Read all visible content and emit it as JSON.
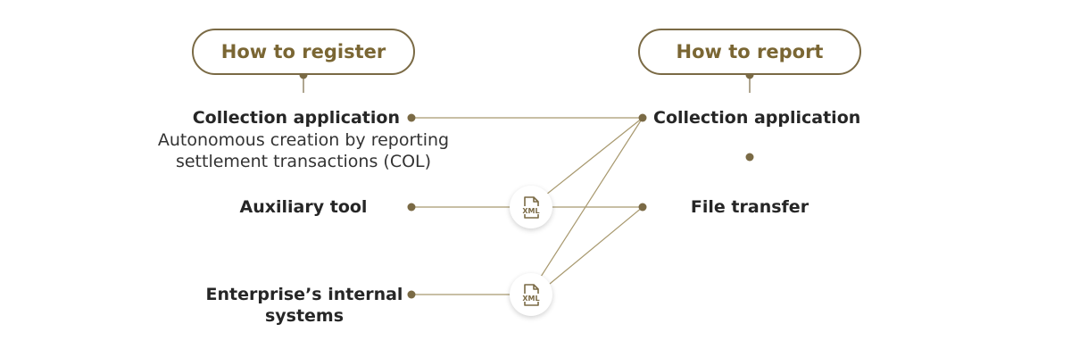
{
  "headers": {
    "register": "How to register",
    "report": "How to report"
  },
  "register_methods": {
    "collection_app": {
      "title": "Collection application",
      "description_line1": "Autonomous creation by reporting",
      "description_line2": "settlement transactions (COL)"
    },
    "auxiliary_tool": {
      "title": "Auxiliary tool"
    },
    "internal_systems": {
      "title_line1": "Enterprise’s internal",
      "title_line2": "systems"
    }
  },
  "report_methods": {
    "collection_app": {
      "title": "Collection application"
    },
    "file_transfer": {
      "title": "File transfer"
    }
  },
  "badges": {
    "xml_label": "XML"
  },
  "colors": {
    "accent": "#7a6a45",
    "header_text": "#7a6633",
    "line": "#9b8c68",
    "text": "#262626"
  },
  "icons": [
    "xml-file-icon"
  ]
}
